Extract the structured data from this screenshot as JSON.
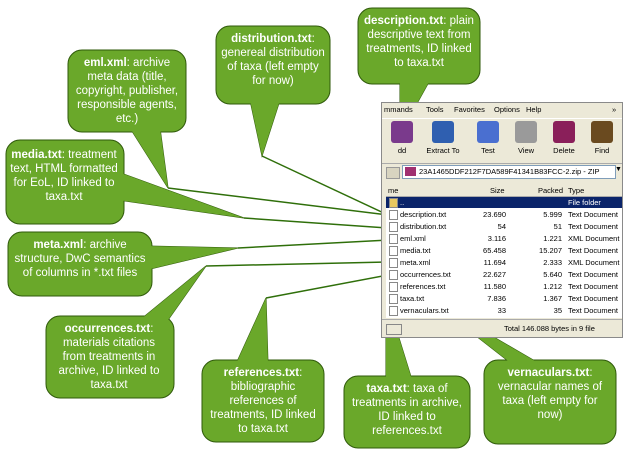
{
  "callouts": [
    {
      "id": "eml",
      "name": "eml.xml",
      "text": ": archive meta data (title, copyright, publisher, responsible agents, etc.)"
    },
    {
      "id": "distribution",
      "name": "distribution.txt",
      "text": ": genereal distribution of taxa (left empty for now)"
    },
    {
      "id": "description",
      "name": "description.txt",
      "text": ": plain descriptive text from treatments, ID linked to taxa.txt"
    },
    {
      "id": "media",
      "name": "media.txt",
      "text": ": treatment text, HTML formatted for EoL, ID linked to taxa.txt"
    },
    {
      "id": "meta",
      "name": "meta.xml",
      "text": ": archive structure, DwC semantics of columns in *.txt files"
    },
    {
      "id": "occurrences",
      "name": "occurrences.txt",
      "text": ": materials citations from treatments in archive, ID linked to taxa.txt"
    },
    {
      "id": "references",
      "name": "references.txt",
      "text": ": bibliographic references of treatments, ID linked to taxa.txt"
    },
    {
      "id": "taxa",
      "name": "taxa.txt",
      "text": ": taxa of treatments in archive, ID linked to references.txt"
    },
    {
      "id": "vernaculars",
      "name": "vernaculars.txt",
      "text": ": vernacular names of taxa (left empty for now)"
    }
  ],
  "window": {
    "menu": [
      "mmands",
      "Tools",
      "Favorites",
      "Options",
      "Help"
    ],
    "toolbar": [
      {
        "label": "dd",
        "icon": "add-icon",
        "color": "#7a3a8c"
      },
      {
        "label": "Extract To",
        "icon": "extract-icon",
        "color": "#2f5fb0"
      },
      {
        "label": "Test",
        "icon": "test-icon",
        "color": "#4a6fd0"
      },
      {
        "label": "View",
        "icon": "view-icon",
        "color": "#7a7a7a"
      },
      {
        "label": "Delete",
        "icon": "delete-icon",
        "color": "#8a1f5a"
      },
      {
        "label": "Find",
        "icon": "find-icon",
        "color": "#6a4a1f"
      }
    ],
    "path": "23A1465DDF212F7DA589F41341B83FCC-2.zip - ZIP",
    "columns": {
      "name": "me",
      "size": "Size",
      "packed": "Packed",
      "type": "Type"
    },
    "files": [
      {
        "name": "..",
        "size": "",
        "packed": "",
        "type": "File folder"
      },
      {
        "name": "description.txt",
        "size": "23.690",
        "packed": "5.999",
        "type": "Text Document"
      },
      {
        "name": "distribution.txt",
        "size": "54",
        "packed": "51",
        "type": "Text Document"
      },
      {
        "name": "eml.xml",
        "size": "3.116",
        "packed": "1.221",
        "type": "XML Document"
      },
      {
        "name": "media.txt",
        "size": "65.458",
        "packed": "15.207",
        "type": "Text Document"
      },
      {
        "name": "meta.xml",
        "size": "11.694",
        "packed": "2.333",
        "type": "XML Document"
      },
      {
        "name": "occurrences.txt",
        "size": "22.627",
        "packed": "5.640",
        "type": "Text Document"
      },
      {
        "name": "references.txt",
        "size": "11.580",
        "packed": "1.212",
        "type": "Text Document"
      },
      {
        "name": "taxa.txt",
        "size": "7.836",
        "packed": "1.367",
        "type": "Text Document"
      },
      {
        "name": "vernaculars.txt",
        "size": "33",
        "packed": "35",
        "type": "Text Document"
      }
    ],
    "status": "Total 146.088 bytes in 9 file"
  },
  "colors": {
    "callout": "#6aa82a",
    "callout_border": "#2f5a0a",
    "wire": "#2f6f0a"
  }
}
